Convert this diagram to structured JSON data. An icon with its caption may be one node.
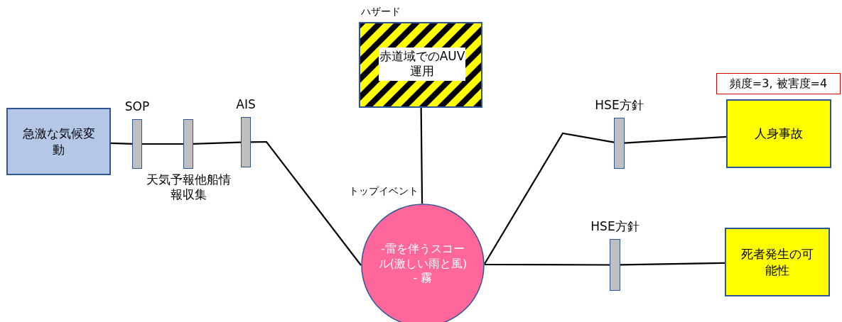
{
  "diagram": {
    "nodes": [
      {
        "text": [
          "ハザード",
          "赤道域でのAUV運用"
        ]
      },
      {
        "text": [
          "急激な気候変動"
        ]
      },
      {
        "text": [
          "SOP"
        ]
      },
      {
        "text": [
          "天気予報他船情報収集"
        ]
      },
      {
        "text": [
          "AIS"
        ]
      },
      {
        "text": [
          "トップイベント",
          "-雷を伴うスコール(激しい雨と風)",
          "- 霧"
        ]
      },
      {
        "text": [
          "HSE方針"
        ]
      },
      {
        "text": [
          "頻度=3, 被害度=4"
        ]
      },
      {
        "text": [
          "人身事故"
        ]
      },
      {
        "text": [
          "HSE方針"
        ]
      },
      {
        "text": [
          "死者発生の可能性"
        ]
      }
    ],
    "edges": [
      {
        "from": 1,
        "to": 2,
        "arrow": "none"
      },
      {
        "from": 2,
        "to": 3,
        "arrow": "none"
      },
      {
        "from": 3,
        "to": 4,
        "arrow": "none"
      },
      {
        "from": 4,
        "to": 5,
        "arrow": "none"
      },
      {
        "from": 0,
        "to": 5,
        "arrow": "none"
      },
      {
        "from": 5,
        "to": 6,
        "arrow": "none"
      },
      {
        "from": 6,
        "to": 8,
        "arrow": "none"
      },
      {
        "from": 5,
        "to": 9,
        "arrow": "none"
      },
      {
        "from": 9,
        "to": 10,
        "arrow": "none"
      }
    ]
  }
}
